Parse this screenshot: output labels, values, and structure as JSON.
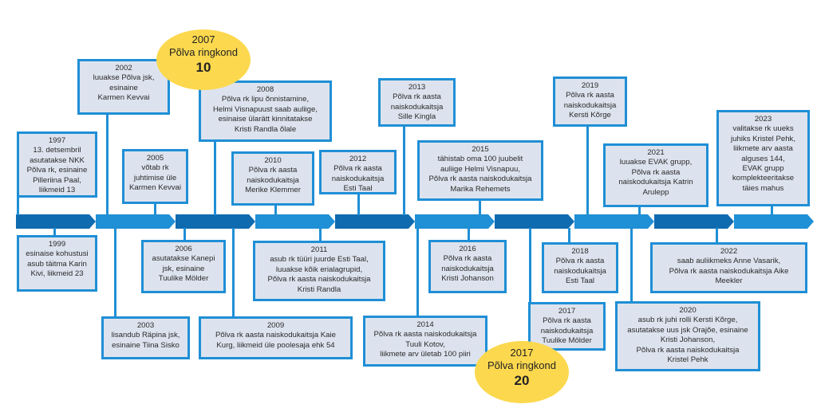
{
  "colors": {
    "arrow_dark": "#0f6bb0",
    "arrow_light": "#1f8fd6",
    "box_fill": "#dde3ee",
    "box_border": "#1f8fd6",
    "badge": "#fcd84e"
  },
  "events": {
    "e1997": {
      "year": "1997",
      "text": "13. detsembril\nasutatakse NKK\nPõlva rk, esinaine\nPilleriina Paal,\nliikmeid 13"
    },
    "e1999": {
      "year": "1999",
      "text": "esinaise kohustusi\nasub täitma Karin\nKivi, liikmeid 23"
    },
    "e2002": {
      "year": "2002",
      "text": "luuakse Põlva jsk,\nesinaine\nKarmen Kevvai"
    },
    "e2003": {
      "year": "2003",
      "text": "lisandub  Räpina jsk,\nesinaine Tiina Sisko"
    },
    "e2005": {
      "year": "2005",
      "text": "võtab rk\njuhtimise üle\nKarmen Kevvai"
    },
    "e2006": {
      "year": "2006",
      "text": "asutatakse Kanepi\njsk, esinaine\nTuulike Mölder"
    },
    "e2008": {
      "year": "2008",
      "text": "Põlva rk lipu õnnistamine,\nHelmi Visnapuust saab auliige,\nesinaise ülarätt kinnitatakse\nKristi Randla õlale"
    },
    "e2009": {
      "year": "2009",
      "text": "Põlva rk aasta naiskodukaitsja Kaie\nKurg, liikmeid üle poolesaja ehk 54"
    },
    "e2010": {
      "year": "2010",
      "text": "Põlva rk aasta\nnaiskodukaitsja\nMerike Klemmer"
    },
    "e2011": {
      "year": "2011",
      "text": "asub rk tüüri juurde Esti Taal,\nluuakse kõik erialagrupid,\nPõlva rk aasta naiskodukaitsja\nKristi Randla"
    },
    "e2012": {
      "year": "2012",
      "text": "Põlva rk aasta\nnaiskodukaitsja\nEsti Taal"
    },
    "e2013": {
      "year": "2013",
      "text": "Põlva rk aasta\nnaiskodukaitsja\nSille Kingla"
    },
    "e2014": {
      "year": "2014",
      "text": "Põlva rk aasta naiskodukaitsja\nTuuli Kotov,\nliikmete arv ületab 100 piiri"
    },
    "e2015": {
      "year": "2015",
      "text": "tähistab oma 100 juubelit\nauliige Helmi Visnapuu,\nPõlva rk aasta naiskodukaitsja\nMarika Rehemets"
    },
    "e2016": {
      "year": "2016",
      "text": "Põlva rk aasta\nnaiskodukaitsja\nKristi Johanson"
    },
    "e2017": {
      "year": "2017",
      "text": "Põlva rk aasta\nnaiskodukaitsja\nTuulike Mölder"
    },
    "e2018": {
      "year": "2018",
      "text": "Põlva rk aasta\nnaiskodukaitsja\nEsti Taal"
    },
    "e2019": {
      "year": "2019",
      "text": "Põlva rk aasta\nnaiskodukaitsja\nKersti Kõrge"
    },
    "e2020": {
      "year": "2020",
      "text": "asub rk juhi rolli Kersti Kõrge,\nasutatakse uus jsk Orajõe, esinaine\nKristi Johanson,\nPõlva rk aasta naiskodukaitsja\nKristel Pehk"
    },
    "e2021": {
      "year": "2021",
      "text": "luuakse EVAK grupp,\nPõlva rk aasta\nnaiskodukaitsja Katrin\nArulepp"
    },
    "e2022": {
      "year": "2022",
      "text": "saab auliikmeks Anne Vasarik,\nPõlva rk aasta naiskodukaitsja Aike\nMeekler"
    },
    "e2023": {
      "year": "2023",
      "text": "valitakse rk uueks\njuhiks Kristel Pehk,\nliikmete arv aasta\nalguses 144,\nEVAK grupp\nkomplekteeritakse\ntäies mahus"
    }
  },
  "badges": {
    "b2007": {
      "year": "2007",
      "label": "Põlva ringkond",
      "number": "10"
    },
    "b2017": {
      "year": "2017",
      "label": "Põlva ringkond",
      "number": "20"
    }
  }
}
